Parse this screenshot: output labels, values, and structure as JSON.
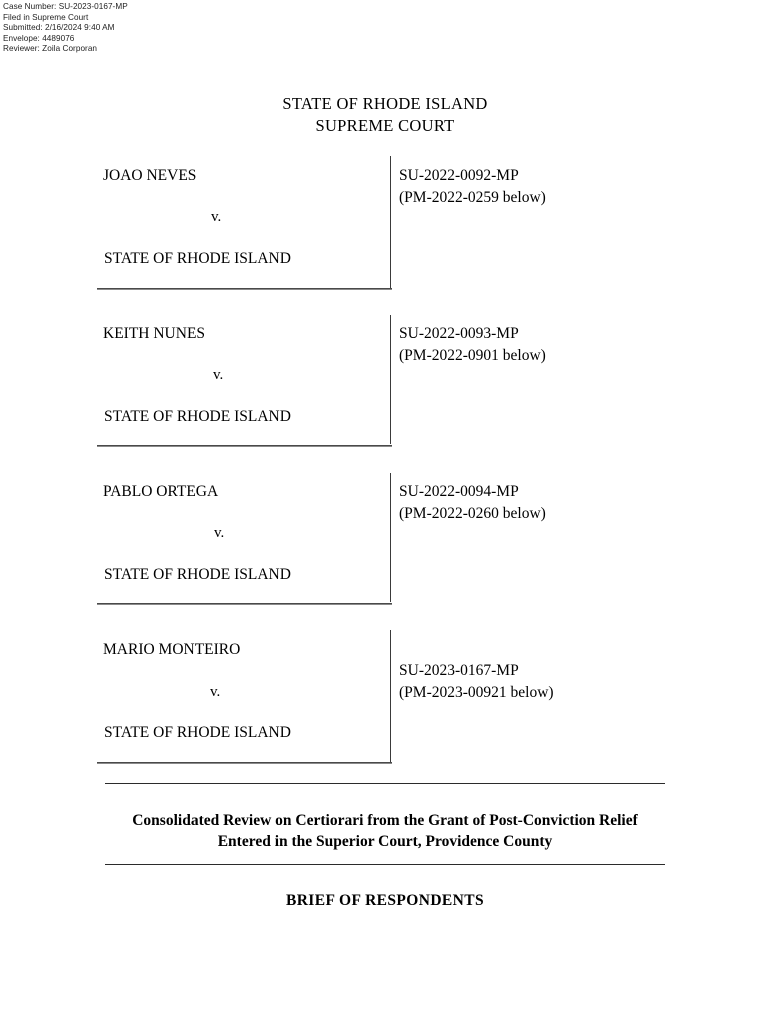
{
  "filing_stamp": {
    "case_number": "Case Number: SU-2023-0167-MP",
    "filed": "Filed in Supreme Court",
    "submitted": "Submitted: 2/16/2024 9:40 AM",
    "envelope": "Envelope: 4489076",
    "reviewer": "Reviewer: Zoila Corporan"
  },
  "court": {
    "state_line": "STATE OF RHODE ISLAND",
    "court_line": "SUPREME COURT"
  },
  "versus_label": "v.",
  "respondent_name": "STATE OF RHODE ISLAND",
  "cases": [
    {
      "petitioner": "JOAO NEVES",
      "versus": "v.",
      "respondent": "STATE OF RHODE ISLAND",
      "docket_number": "SU-2022-0092-MP",
      "lower_court_number": "(PM-2022-0259 below)"
    },
    {
      "petitioner": "KEITH NUNES",
      "versus": "v.",
      "respondent": "STATE OF RHODE ISLAND",
      "docket_number": "SU-2022-0093-MP",
      "lower_court_number": "(PM-2022-0901 below)"
    },
    {
      "petitioner": "PABLO ORTEGA",
      "versus": "v.",
      "respondent": "STATE OF RHODE ISLAND",
      "docket_number": "SU-2022-0094-MP",
      "lower_court_number": "(PM-2022-0260 below)"
    },
    {
      "petitioner": "MARIO MONTEIRO",
      "versus": "v.",
      "respondent": "STATE OF RHODE ISLAND",
      "docket_number": "SU-2023-0167-MP",
      "lower_court_number": "(PM-2023-00921 below)"
    }
  ],
  "review_statement": {
    "line1": "Consolidated Review on Certiorari from the Grant of Post-Conviction Relief",
    "line2": "Entered in the Superior Court, Providence County"
  },
  "brief_title": "BRIEF OF RESPONDENTS",
  "colors": {
    "text": "#000000",
    "rule": "#2b2b2b",
    "stamp_text": "#232323"
  }
}
